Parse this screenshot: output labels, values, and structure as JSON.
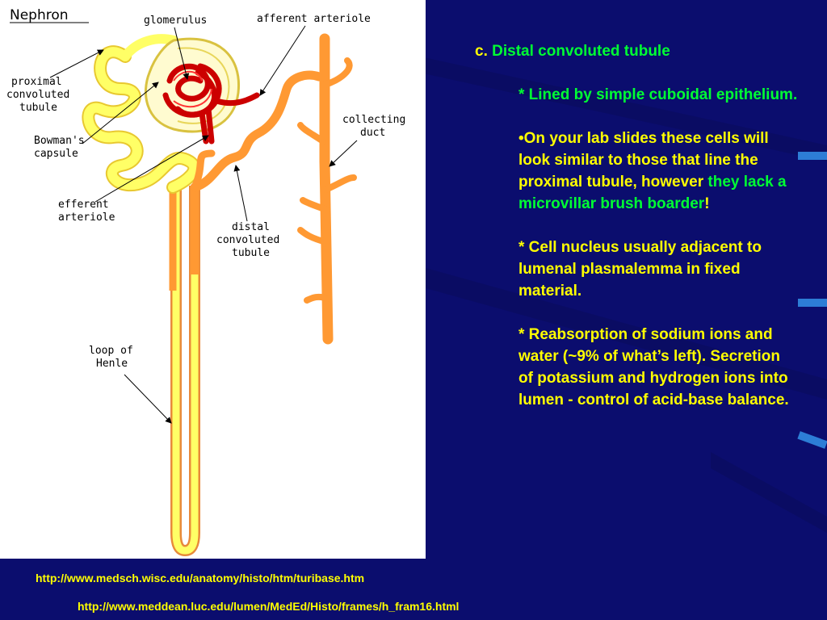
{
  "diagram": {
    "title": "Nephron",
    "labels": {
      "glomerulus": "glomerulus",
      "afferent": "afferent arteriole",
      "proximal": [
        "proximal",
        "convoluted",
        "tubule"
      ],
      "bowmans": [
        "Bowman's",
        "capsule"
      ],
      "collecting": [
        "collecting",
        "duct"
      ],
      "efferent": [
        "efferent",
        "arteriole"
      ],
      "distal": [
        "distal",
        "convoluted",
        "tubule"
      ],
      "loop": [
        "loop of",
        "Henle"
      ]
    }
  },
  "content": {
    "heading_letter": "c.",
    "heading_text": "Distal convoluted tubule",
    "item1": "* Lined by simple cuboidal epithelium.",
    "item2_part1": "•On your lab slides these cells will look similar to those that line the proximal tubule, however ",
    "item2_highlight": "they lack a microvillar brush boarder",
    "item2_end": "!",
    "item3": "* Cell nucleus usually adjacent to lumenal plasmalemma in fixed material.",
    "item4": "* Reabsorption of sodium ions and water (~9% of what’s left). Secretion of potassium and hydrogen ions into lumen - control of acid-base balance."
  },
  "links": {
    "link1": "http://www.medsch.wisc.edu/anatomy/histo/htm/turibase.htm",
    "link2": "http://www.meddean.luc.edu/lumen/MedEd/Histo/frames/h_fram16.html"
  },
  "colors": {
    "background": "#0b0d6e",
    "heading_letter": "#ffff00",
    "accent_green": "#00ff33",
    "body_text": "#ffff00",
    "tubule_yellow": "#ffff66",
    "tubule_orange": "#ff9933",
    "blood_red": "#dd0000",
    "capsule": "#fffbd0"
  }
}
